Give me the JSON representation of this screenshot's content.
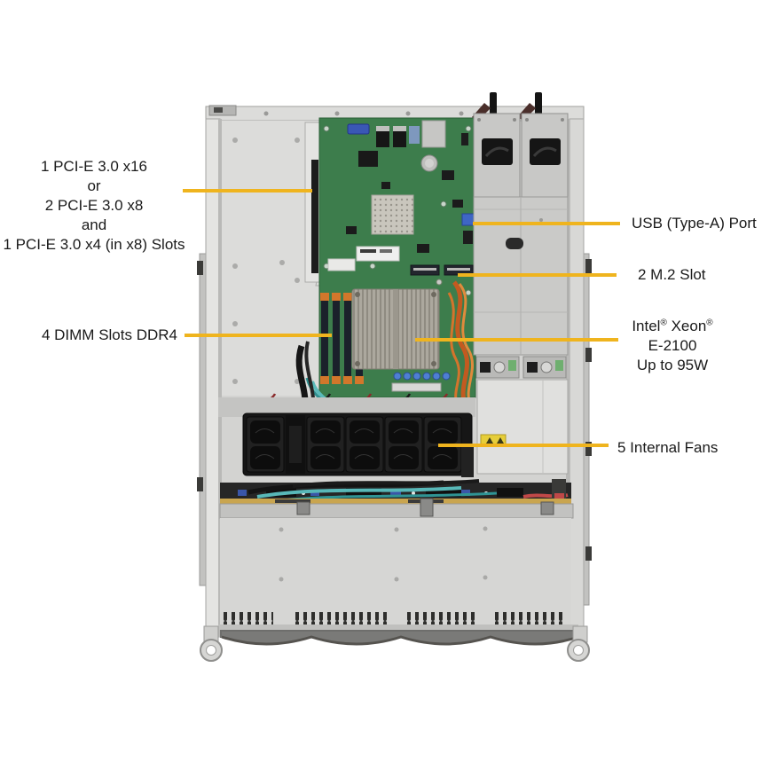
{
  "figure": {
    "subject": "1U rackmount server chassis, top view with component callouts",
    "colors": {
      "background": "#FFFFFF",
      "callout_line": "#EFB41E",
      "label_text": "#1A1A1A",
      "motherboard_green": "#3D7D4C",
      "chassis_gray": "#D6D6D4"
    }
  },
  "callouts": {
    "pcie_slots": {
      "target": "pcie-riser-slot",
      "lines": [
        "1 PCI-E 3.0 x16",
        "or",
        "2 PCI-E 3.0 x8",
        "and",
        "1 PCI-E 3.0 x4 (in x8) Slots"
      ]
    },
    "dimm": {
      "target": "dimm-slots",
      "label": "4 DIMM Slots DDR4"
    },
    "usb": {
      "target": "usb-type-a-header",
      "label": "USB (Type-A) Port"
    },
    "m2": {
      "target": "m2-slots",
      "label": "2 M.2 Slot"
    },
    "cpu": {
      "target": "cpu-heatsink",
      "brand_a": "Intel",
      "reg_a": "®",
      "brand_b": "Xeon",
      "reg_b": "®",
      "model": "E-2100",
      "tdp": "Up to 95W"
    },
    "fans": {
      "target": "internal-fans",
      "label": "5 Internal Fans"
    }
  }
}
